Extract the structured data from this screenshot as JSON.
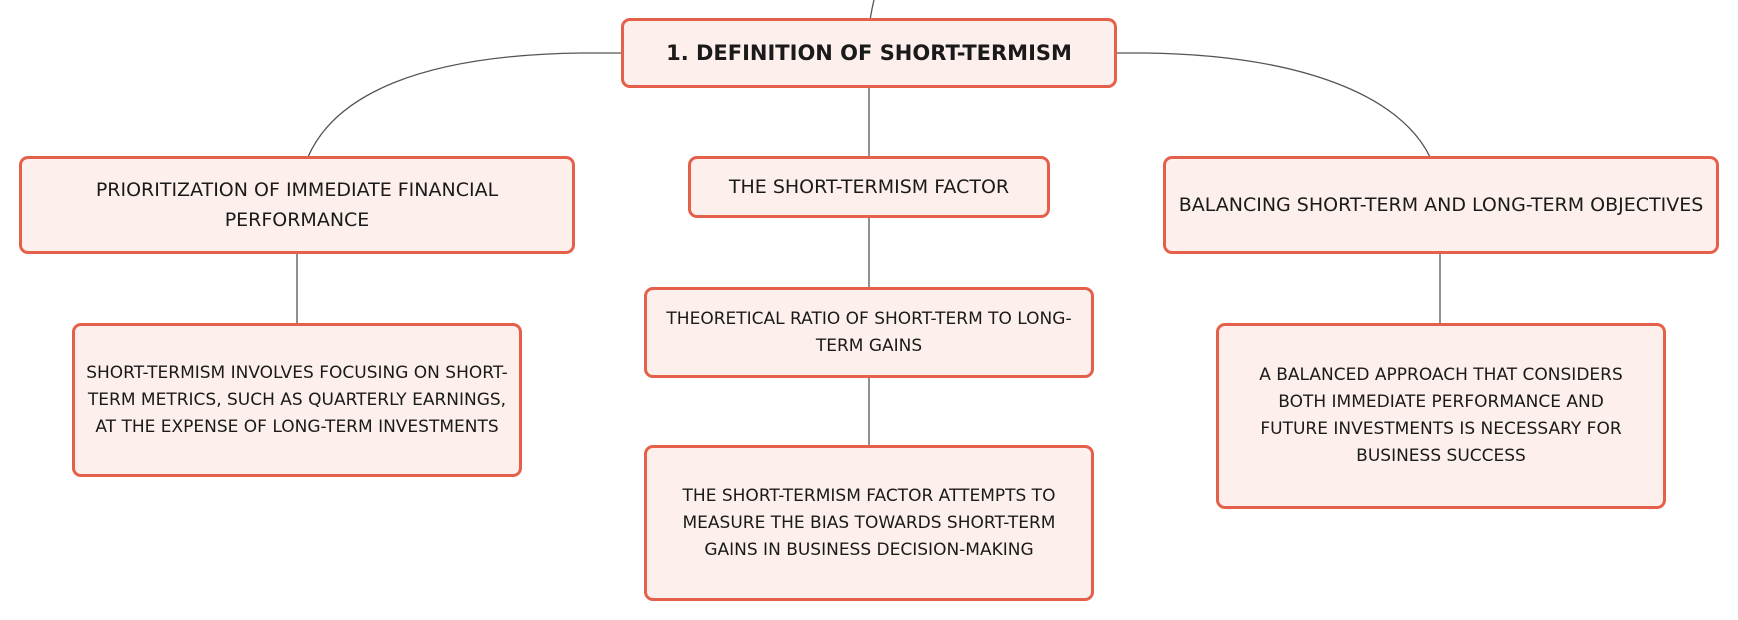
{
  "colors": {
    "node_fill": "#fdf0ec",
    "node_border": "#e5604a",
    "connector": "#555555",
    "text": "#1a1a1a"
  },
  "root": {
    "label": "1. DEFINITION OF SHORT-TERMISM"
  },
  "branches": [
    {
      "label": "PRIORITIZATION OF IMMEDIATE FINANCIAL PERFORMANCE",
      "children": [
        "SHORT-TERMISM INVOLVES FOCUSING ON SHORT-TERM METRICS, SUCH AS QUARTERLY EARNINGS, AT THE EXPENSE OF LONG-TERM INVESTMENTS"
      ]
    },
    {
      "label": "THE SHORT-TERMISM FACTOR",
      "children": [
        "THEORETICAL RATIO OF SHORT-TERM TO LONG-TERM GAINS",
        "THE SHORT-TERMISM FACTOR ATTEMPTS TO MEASURE THE BIAS TOWARDS SHORT-TERM GAINS IN BUSINESS DECISION-MAKING"
      ]
    },
    {
      "label": "BALANCING SHORT-TERM AND LONG-TERM OBJECTIVES",
      "children": [
        "A BALANCED APPROACH THAT CONSIDERS BOTH IMMEDIATE PERFORMANCE AND FUTURE INVESTMENTS IS NECESSARY FOR BUSINESS SUCCESS"
      ]
    }
  ]
}
